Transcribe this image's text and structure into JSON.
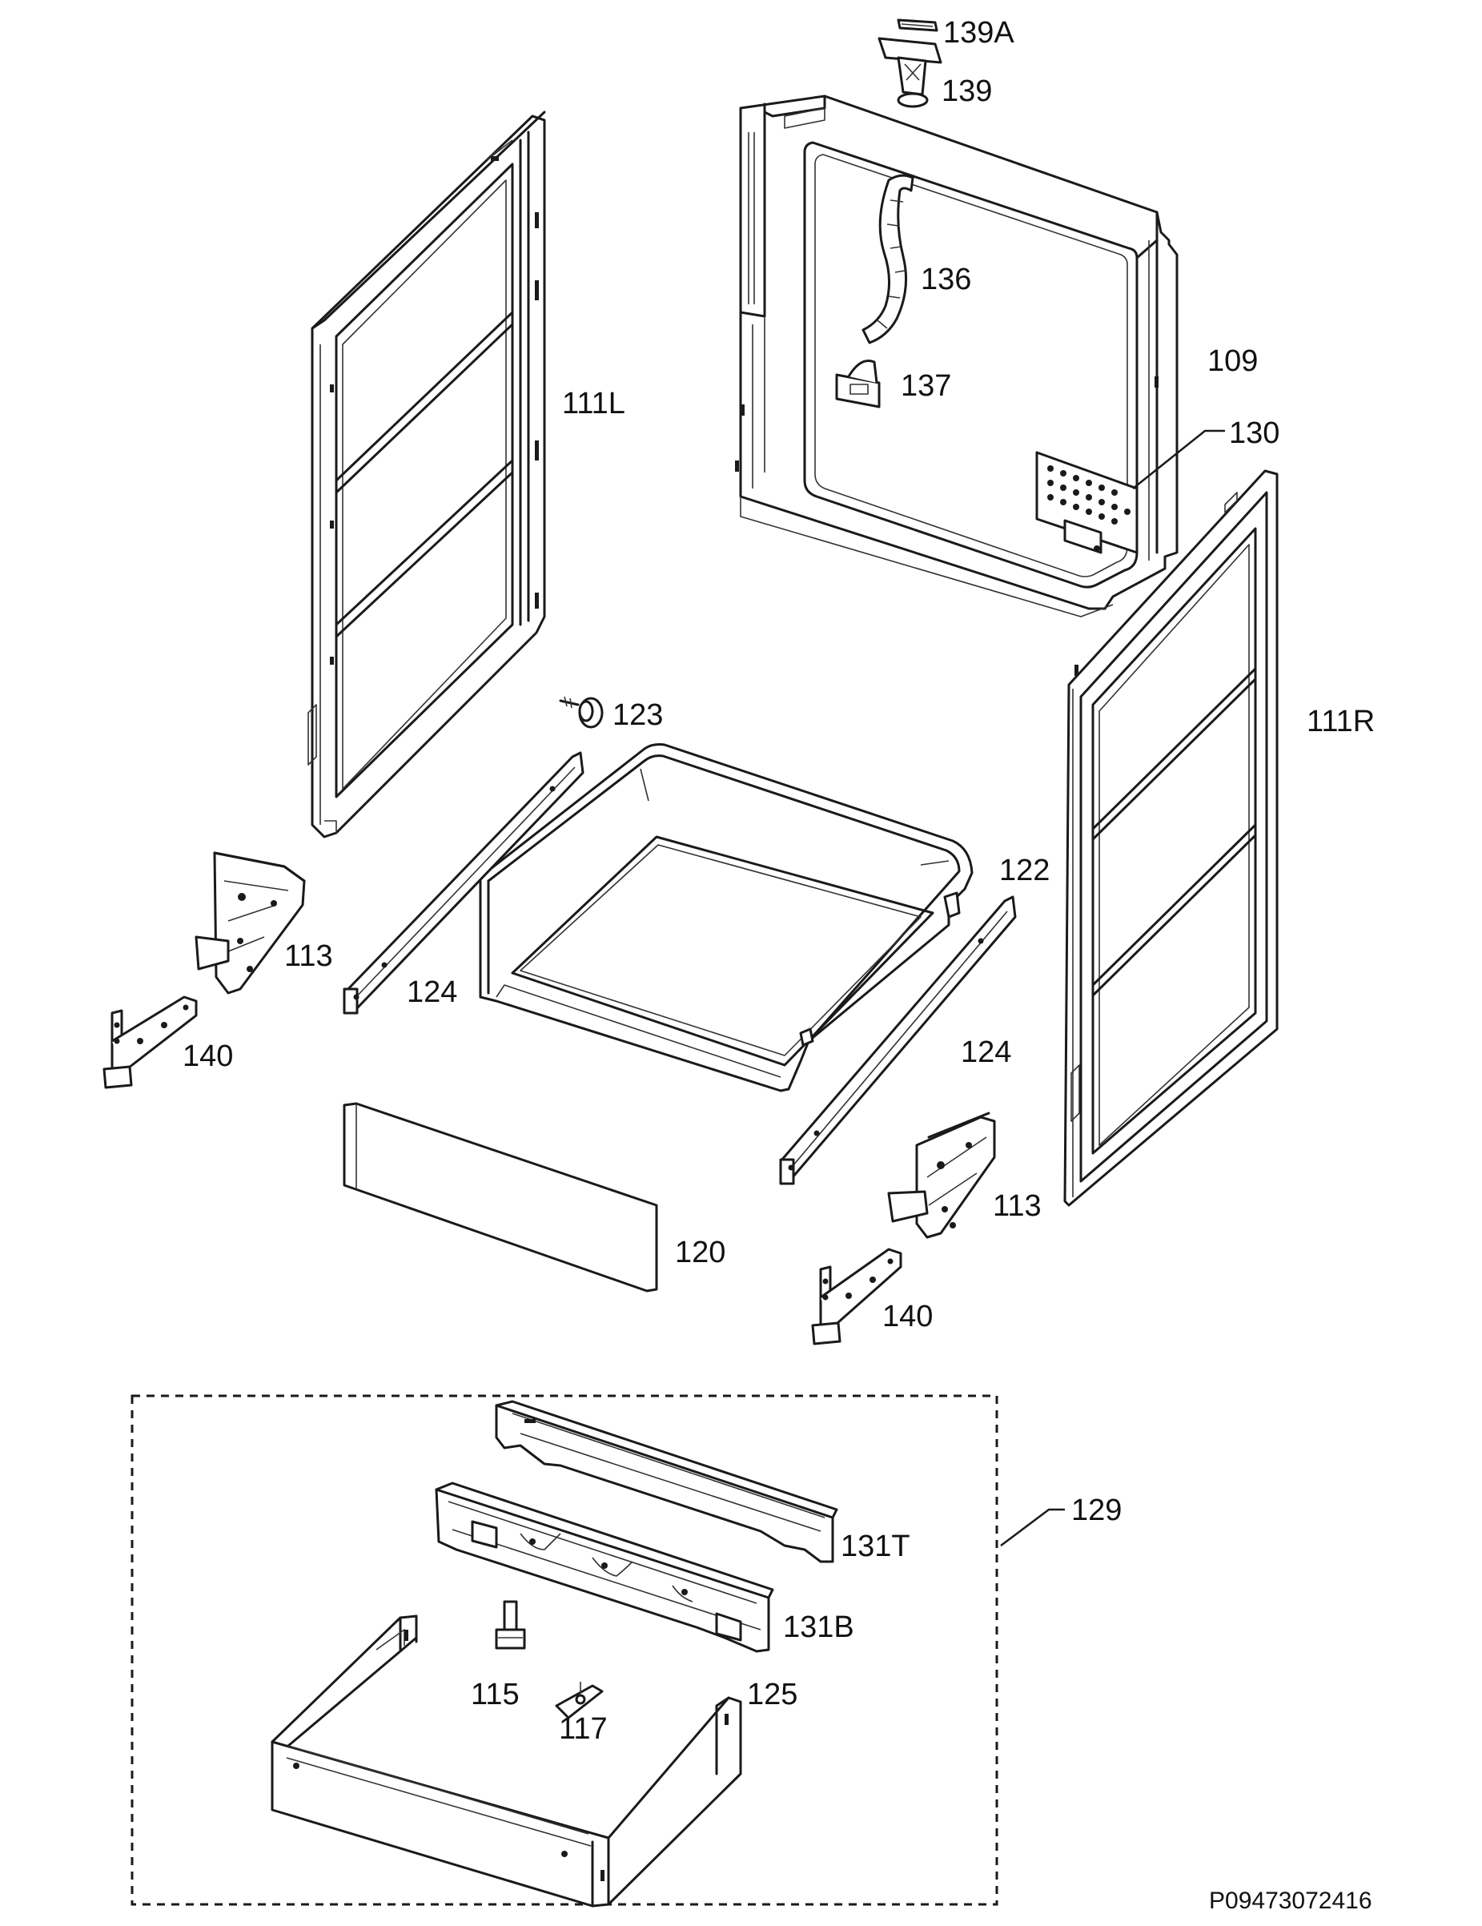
{
  "diagram": {
    "labels": {
      "p139A": "139A",
      "p139": "139",
      "p136": "136",
      "p137": "137",
      "p109": "109",
      "p130": "130",
      "p111L": "111L",
      "p111R": "111R",
      "p123": "123",
      "p122": "122",
      "p113a": "113",
      "p113b": "113",
      "p124a": "124",
      "p124b": "124",
      "p140a": "140",
      "p140b": "140",
      "p120": "120",
      "p129": "129",
      "p131T": "131T",
      "p131B": "131B",
      "p115": "115",
      "p117": "117",
      "p125": "125"
    },
    "drawing_code": "P09473072416"
  }
}
